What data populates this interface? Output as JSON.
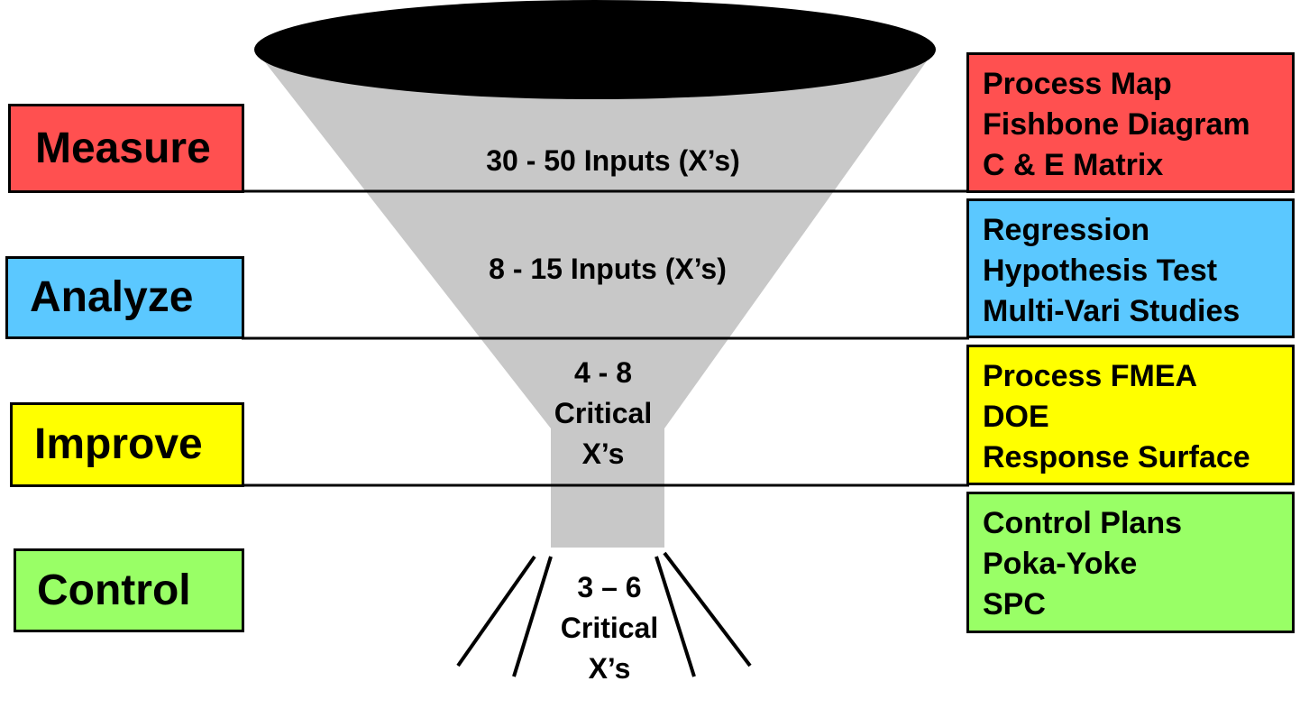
{
  "colors": {
    "measure": "#ff5050",
    "analyze": "#5bc8ff",
    "improve": "#ffff00",
    "control": "#99ff66",
    "funnel_body": "#c8c8c8",
    "funnel_mouth": "#000000"
  },
  "phases": [
    {
      "label": "Measure"
    },
    {
      "label": "Analyze"
    },
    {
      "label": "Improve"
    },
    {
      "label": "Control"
    }
  ],
  "tools": [
    {
      "lines": [
        "Process Map",
        "Fishbone Diagram",
        "C & E Matrix"
      ]
    },
    {
      "lines": [
        "Regression",
        "Hypothesis Test",
        "Multi-Vari Studies"
      ]
    },
    {
      "lines": [
        "Process FMEA",
        "DOE",
        "Response Surface"
      ]
    },
    {
      "lines": [
        "Control Plans",
        "Poka-Yoke",
        "SPC"
      ]
    }
  ],
  "funnel_labels": {
    "measure": [
      "30 - 50 Inputs (X’s)"
    ],
    "analyze": [
      "8 - 15 Inputs (X’s)"
    ],
    "improve": [
      "4 - 8",
      "Critical",
      "X’s"
    ],
    "control": [
      "3 – 6",
      "Critical",
      "X’s"
    ]
  }
}
